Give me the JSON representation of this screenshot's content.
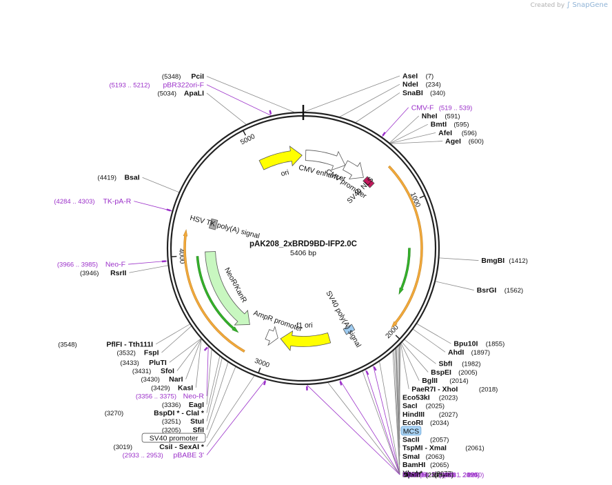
{
  "watermark": {
    "prefix": "Created by",
    "brand": "SnapGene"
  },
  "plasmid": {
    "name": "pAK208_2xBRD9BD-IFP2.0C",
    "size": "5406 bp",
    "length": 5406
  },
  "colors": {
    "site": "#000000",
    "primer": "#9b30c9",
    "leader": "#888888",
    "primer_leader": "#9b30c9",
    "yellow": "#ffff00",
    "orange": "#f2a93b",
    "green": "#35b12b",
    "lightgreen": "#c8f7c0",
    "gray": "#999999",
    "mcs": "#aad4f5"
  },
  "ticks": [
    {
      "pos": 1000,
      "label": "1000"
    },
    {
      "pos": 2000,
      "label": "2000"
    },
    {
      "pos": 3000,
      "label": "3000"
    },
    {
      "pos": 4000,
      "label": "4000"
    },
    {
      "pos": 5000,
      "label": "5000"
    }
  ],
  "features": [
    {
      "name": "ori",
      "start": 5006,
      "end": 5395,
      "dir": 1,
      "type": "arrow",
      "color": "#ffff00"
    },
    {
      "name": "CMV enhancer",
      "start": 23,
      "end": 402,
      "dir": 1,
      "type": "arrow",
      "color": "#ffffff"
    },
    {
      "name": "CMV promoter",
      "start": 403,
      "end": 606,
      "dir": 1,
      "type": "arrow",
      "color": "#ffffff"
    },
    {
      "name": "SV40 NLS",
      "start": 660,
      "end": 681,
      "dir": 1,
      "type": "small",
      "color": "#c2185b"
    },
    {
      "name": "SV40 poly(A) signal",
      "start": 2200,
      "end": 2321,
      "dir": 1,
      "type": "small",
      "color": "#9ecbf0"
    },
    {
      "name": "f1 ori",
      "start": 2460,
      "end": 2915,
      "dir": 1,
      "type": "arrow",
      "color": "#ffff00"
    },
    {
      "name": "AmpR promoter",
      "start": 2940,
      "end": 3044,
      "dir": -1,
      "type": "arrow",
      "color": "#ffffff"
    },
    {
      "name": "NeoR/KanR",
      "start": 3230,
      "end": 4024,
      "dir": -1,
      "type": "arrow",
      "color": "#c8f7c0"
    },
    {
      "name": "HSV TK poly(A) signal",
      "start": 4250,
      "end": 4310,
      "dir": 1,
      "type": "small",
      "color": "#aaaaaa"
    }
  ],
  "orfs": [
    {
      "start": 696,
      "end": 1980,
      "dir": 1,
      "color": "#f2a93b"
    },
    {
      "start": 1350,
      "end": 1735,
      "dir": 1,
      "color": "#35b12b"
    },
    {
      "start": 3270,
      "end": 3990,
      "dir": -1,
      "color": "#35b12b"
    },
    {
      "start": 3150,
      "end": 4190,
      "dir": 1,
      "color": "#f2a93b"
    }
  ],
  "labels": [
    {
      "text": "PciI",
      "num": "(5348)",
      "pos": 5348,
      "kind": "site"
    },
    {
      "text": "AseI",
      "num": "(7)",
      "pos": 7,
      "kind": "site"
    },
    {
      "text": "pBR322ori-F",
      "num": "(5193 .. 5212)",
      "pos": 5202,
      "kind": "primer"
    },
    {
      "text": "ApaLI",
      "num": "(5034)",
      "pos": 5034,
      "kind": "site"
    },
    {
      "text": "NdeI",
      "num": "(234)",
      "pos": 234,
      "kind": "site"
    },
    {
      "text": "SnaBI",
      "num": "(340)",
      "pos": 340,
      "kind": "site"
    },
    {
      "text": "CMV-F",
      "num": "(519 .. 539)",
      "pos": 529,
      "kind": "primer"
    },
    {
      "text": "NheI",
      "num": "(591)",
      "pos": 591,
      "kind": "site"
    },
    {
      "text": "BmtI",
      "num": "(595)",
      "pos": 595,
      "kind": "site"
    },
    {
      "text": "AfeI",
      "num": "(596)",
      "pos": 596,
      "kind": "site"
    },
    {
      "text": "AgeI",
      "num": "(600)",
      "pos": 600,
      "kind": "site"
    },
    {
      "text": "BsaI",
      "num": "(4419)",
      "pos": 4419,
      "kind": "site"
    },
    {
      "text": "TK-pA-R",
      "num": "(4284 .. 4303)",
      "pos": 4293,
      "kind": "primer"
    },
    {
      "text": "Neo-F",
      "num": "(3966 .. 3985)",
      "pos": 3975,
      "kind": "primer"
    },
    {
      "text": "RsrII",
      "num": "(3946)",
      "pos": 3946,
      "kind": "site"
    },
    {
      "text": "BmgBI",
      "num": "(1412)",
      "pos": 1412,
      "kind": "site"
    },
    {
      "text": "BsrGI",
      "num": "(1562)",
      "pos": 1562,
      "kind": "site"
    },
    {
      "text": "Bpu10I",
      "num": "(1855)",
      "pos": 1855,
      "kind": "site"
    },
    {
      "text": "AhdI",
      "num": "(1897)",
      "pos": 1897,
      "kind": "site"
    },
    {
      "text": "SbfI",
      "num": "(1982)",
      "pos": 1982,
      "kind": "site"
    },
    {
      "text": "BspEI",
      "num": "(2005)",
      "pos": 2005,
      "kind": "site"
    },
    {
      "text": "BglII",
      "num": "(2014)",
      "pos": 2014,
      "kind": "site"
    },
    {
      "text": "PaeR7I  - XhoI",
      "num": "(2018)",
      "pos": 2018,
      "kind": "site"
    },
    {
      "text": "Eco53kI",
      "num": "(2023)",
      "pos": 2023,
      "kind": "site"
    },
    {
      "text": "SacI",
      "num": "(2025)",
      "pos": 2025,
      "kind": "site"
    },
    {
      "text": "HindIII",
      "num": "(2027)",
      "pos": 2027,
      "kind": "site"
    },
    {
      "text": "EcoRI",
      "num": "(2034)",
      "pos": 2034,
      "kind": "site"
    },
    {
      "text": "SacII",
      "num": "(2057)",
      "pos": 2057,
      "kind": "site"
    },
    {
      "text": "TspMI  - XmaI",
      "num": "(2061)",
      "pos": 2061,
      "kind": "site"
    },
    {
      "text": "SmaI",
      "num": "(2063)",
      "pos": 2063,
      "kind": "site"
    },
    {
      "text": "BamHI",
      "num": "(2065)",
      "pos": 2065,
      "kind": "site"
    },
    {
      "text": "XbaI *",
      "num": "(2077)",
      "pos": 2077,
      "kind": "site"
    },
    {
      "text": "BclI *",
      "num": "(2087)",
      "pos": 2087,
      "kind": "site"
    },
    {
      "text": "HpaI",
      "num": "(2193)",
      "pos": 2193,
      "kind": "site"
    },
    {
      "text": "SV40pA-R",
      "num": "(2231 .. 2250)",
      "pos": 2240,
      "kind": "primer"
    },
    {
      "text": "EBV-rev",
      "num": "(2285 .. 2304)",
      "pos": 2294,
      "kind": "primer"
    },
    {
      "text": "MluI",
      "num": "(2316)",
      "pos": 2316,
      "kind": "site"
    },
    {
      "text": "F1ori-F",
      "num": "(2459 .. 2480)",
      "pos": 2469,
      "kind": "primer"
    },
    {
      "text": "DraIII",
      "num": "(2546)",
      "pos": 2546,
      "kind": "site"
    },
    {
      "text": "F1ori-R",
      "num": "(2671 .. 2690)",
      "pos": 2680,
      "kind": "primer"
    },
    {
      "text": "PflFI  - Tth111I",
      "num": "(3548)",
      "pos": 3548,
      "kind": "site"
    },
    {
      "text": "FspI",
      "num": "(3532)",
      "pos": 3532,
      "kind": "site"
    },
    {
      "text": "PluTI",
      "num": "(3433)",
      "pos": 3433,
      "kind": "site"
    },
    {
      "text": "SfoI",
      "num": "(3431)",
      "pos": 3431,
      "kind": "site"
    },
    {
      "text": "NarI",
      "num": "(3430)",
      "pos": 3430,
      "kind": "site"
    },
    {
      "text": "KasI",
      "num": "(3429)",
      "pos": 3429,
      "kind": "site"
    },
    {
      "text": "Neo-R",
      "num": "(3356 .. 3375)",
      "pos": 3365,
      "kind": "primer"
    },
    {
      "text": "EagI",
      "num": "(3336)",
      "pos": 3336,
      "kind": "site"
    },
    {
      "text": "BspDI *  - ClaI *",
      "num": "(3270)",
      "pos": 3270,
      "kind": "site"
    },
    {
      "text": "StuI",
      "num": "(3251)",
      "pos": 3251,
      "kind": "site"
    },
    {
      "text": "SfiI",
      "num": "(3205)",
      "pos": 3205,
      "kind": "site"
    },
    {
      "text": "CsiI  - SexAI *",
      "num": "(3019)",
      "pos": 3019,
      "kind": "site"
    },
    {
      "text": "pBABE 3'",
      "num": "(2933 .. 2953)",
      "pos": 2943,
      "kind": "primer"
    }
  ],
  "boxes": [
    {
      "text": "MCS",
      "pos": 2045,
      "kind": "mcs"
    },
    {
      "text": "SV40 promoter",
      "pos": 3150,
      "kind": "outline"
    }
  ]
}
